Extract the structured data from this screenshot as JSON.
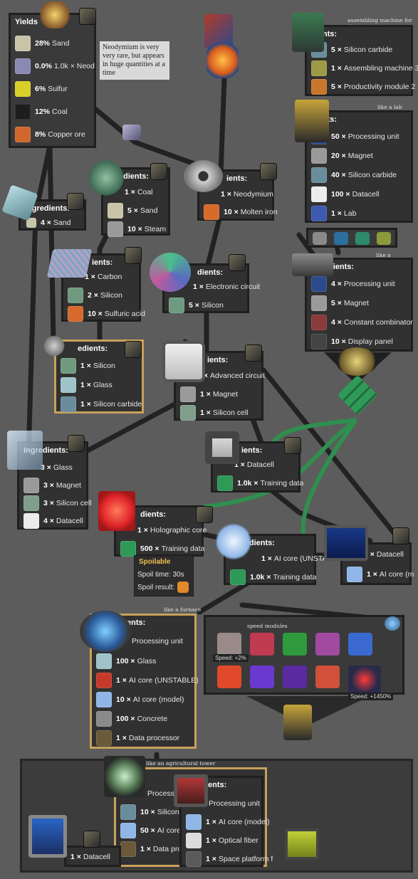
{
  "colors": {
    "link": "#222222",
    "green_link": "#2f8f4e",
    "gold_border": "#c8a15a",
    "panel_bg": "#313131"
  },
  "yields": {
    "title": "Yields",
    "items": [
      {
        "pct": "28%",
        "label": "Sand",
        "icon": "sand-icon",
        "color": "#c9c4a8"
      },
      {
        "pct": "0.0%",
        "label": "1.0k × Neod",
        "icon": "neodymium-ore-icon",
        "color": "#8a89b3"
      },
      {
        "pct": "6%",
        "label": "Sulfur",
        "icon": "sulfur-icon",
        "color": "#d8cf2a"
      },
      {
        "pct": "12%",
        "label": "Coal",
        "icon": "coal-icon",
        "color": "#2a2a2a"
      },
      {
        "pct": "8%",
        "label": "Copper ore",
        "icon": "copper-ore-icon",
        "color": "#d0672c"
      }
    ],
    "tooltip": "Neodymium is very very rare, but appears in huge quantities at a time"
  },
  "notes": {
    "assembler": "assembling machine for data",
    "lab": "like a lab",
    "pumpjack": "like a pumpjack",
    "furnace": "like a furnace",
    "tower": "like an agricultural tower",
    "speed": "speed modules"
  },
  "recipes": {
    "assembler": {
      "title": "dients:",
      "rows": [
        {
          "q": "5 ×",
          "t": "Silicon carbide"
        },
        {
          "q": "1 ×",
          "t": "Assembling machine 3"
        },
        {
          "q": "5 ×",
          "t": "Productivity module 2"
        }
      ]
    },
    "lab": {
      "title": "dients:",
      "rows": [
        {
          "q": "50 ×",
          "t": "Processing unit"
        },
        {
          "q": "20 ×",
          "t": "Magnet"
        },
        {
          "q": "40 ×",
          "t": "Silicon carbide"
        },
        {
          "q": "100 ×",
          "t": "Datacell"
        },
        {
          "q": "1 ×",
          "t": "Lab"
        }
      ]
    },
    "silicon": {
      "title": "dients:",
      "rows": [
        {
          "q": "1 ×",
          "t": "Coal"
        },
        {
          "q": "5 ×",
          "t": "Sand"
        },
        {
          "q": "10 ×",
          "t": "Steam"
        }
      ]
    },
    "magnet": {
      "title": "ients:",
      "rows": [
        {
          "q": "1 ×",
          "t": "Neodymium"
        },
        {
          "q": "10 ×",
          "t": "Molten iron"
        }
      ]
    },
    "glass": {
      "title": "Ingredients:",
      "rows": [
        {
          "q": "4 ×",
          "t": "Sand"
        }
      ]
    },
    "carbide": {
      "title": "ients:",
      "rows": [
        {
          "q": "1 ×",
          "t": "Carbon"
        },
        {
          "q": "2 ×",
          "t": "Silicon"
        },
        {
          "q": "10 ×",
          "t": "Sulfuric acid"
        }
      ]
    },
    "circuit": {
      "title": "dients:",
      "rows": [
        {
          "q": "1 ×",
          "t": "Electronic circuit"
        },
        {
          "q": "5 ×",
          "t": "Silicon"
        }
      ]
    },
    "pump": {
      "title": "dients:",
      "rows": [
        {
          "q": "4 ×",
          "t": "Processing unit"
        },
        {
          "q": "5 ×",
          "t": "Magnet"
        },
        {
          "q": "4 ×",
          "t": "Constant combinator"
        },
        {
          "q": "10 ×",
          "t": "Display panel"
        }
      ]
    },
    "siliconcell": {
      "title": "edients:",
      "rows": [
        {
          "q": "1 ×",
          "t": "Silicon"
        },
        {
          "q": "1 ×",
          "t": "Glass"
        },
        {
          "q": "1 ×",
          "t": "Silicon carbide"
        }
      ]
    },
    "datacell": {
      "title": "ients:",
      "rows": [
        {
          "q": "1 ×",
          "t": "Advanced circuit"
        },
        {
          "q": "1 ×",
          "t": "Magnet"
        },
        {
          "q": "1 ×",
          "t": "Silicon cell"
        }
      ]
    },
    "training": {
      "title": "ients:",
      "rows": [
        {
          "q": "1 ×",
          "t": "Datacell"
        },
        {
          "q": "1.0k ×",
          "t": "Training data"
        }
      ]
    },
    "datastore": {
      "title": "Ingredients:",
      "rows": [
        {
          "q": "3 ×",
          "t": "Glass"
        },
        {
          "q": "3 ×",
          "t": "Magnet"
        },
        {
          "q": "3 ×",
          "t": "Silicon cell"
        },
        {
          "q": "4 ×",
          "t": "Datacell"
        }
      ]
    },
    "holo": {
      "title": "dients:",
      "rows": [
        {
          "q": "1 ×",
          "t": "Holographic core"
        },
        {
          "q": "500 ×",
          "t": "Training data"
        }
      ]
    },
    "aicore": {
      "title": "Ingredients:",
      "rows": [
        {
          "q": "1 ×",
          "t": "AI core (UNSTABLE)"
        },
        {
          "q": "1.0k ×",
          "t": "Training data"
        }
      ]
    },
    "monitor": {
      "title": "",
      "rows": [
        {
          "q": "1 ×",
          "t": "Datacell"
        },
        {
          "q": "1 ×",
          "t": "AI core (m"
        }
      ]
    },
    "furnace": {
      "title": "ients:",
      "rows": [
        {
          "q": "",
          "t": "Processing unit"
        },
        {
          "q": "100 ×",
          "t": "Glass"
        },
        {
          "q": "1 ×",
          "t": "AI core (UNSTABLE)"
        },
        {
          "q": "10 ×",
          "t": "AI core (model)"
        },
        {
          "q": "100 ×",
          "t": "Concrete"
        },
        {
          "q": "1 ×",
          "t": "Data processor"
        }
      ]
    },
    "tower": {
      "title": "",
      "rows": [
        {
          "q": "",
          "t": "Process"
        },
        {
          "q": "10 ×",
          "t": "Silicon c"
        },
        {
          "q": "50 ×",
          "t": "AI core ("
        },
        {
          "q": "1 ×",
          "t": "Data proc"
        }
      ]
    },
    "tower2": {
      "title": "ients:",
      "rows": [
        {
          "q": "",
          "t": "Processing unit"
        },
        {
          "q": "1 ×",
          "t": "AI core (model)"
        },
        {
          "q": "1 ×",
          "t": "Optical fiber"
        },
        {
          "q": "1 ×",
          "t": "Space platform f"
        }
      ]
    },
    "terminal": {
      "title": "",
      "rows": [
        {
          "q": "1 ×",
          "t": "Datacell"
        }
      ]
    }
  },
  "spoil": {
    "title": "Spoilable",
    "time": "Spoil time: 30s",
    "result": "Spoil result:"
  },
  "speed": {
    "first": "Speed: +2%",
    "last": "Speed: +1450%"
  }
}
